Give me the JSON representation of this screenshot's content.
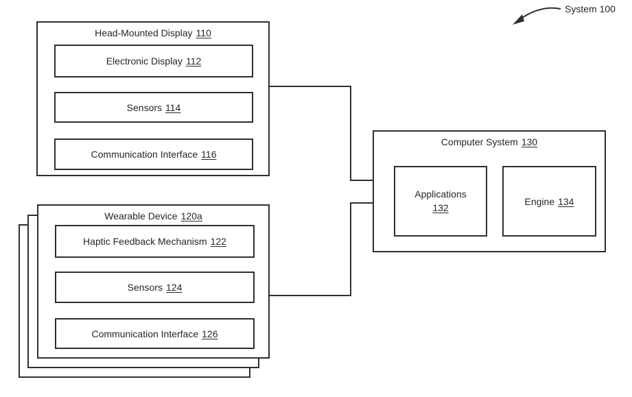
{
  "system_label": "System 100",
  "hmd": {
    "title": "Head-Mounted Display",
    "ref": "110",
    "children": [
      {
        "label": "Electronic Display",
        "ref": "112"
      },
      {
        "label": "Sensors",
        "ref": "114"
      },
      {
        "label": "Communication Interface",
        "ref": "116"
      }
    ]
  },
  "wearable": {
    "title": "Wearable Device",
    "ref": "120a",
    "children": [
      {
        "label": "Haptic Feedback Mechanism",
        "ref": "122"
      },
      {
        "label": "Sensors",
        "ref": "124"
      },
      {
        "label": "Communication Interface",
        "ref": "126"
      }
    ]
  },
  "computer": {
    "title": "Computer System",
    "ref": "130",
    "children": [
      {
        "label": "Applications",
        "ref": "132"
      },
      {
        "label": "Engine",
        "ref": "134"
      }
    ]
  },
  "colors": {
    "line": "#2e2e2e",
    "background": "#ffffff",
    "text": "#262626"
  }
}
